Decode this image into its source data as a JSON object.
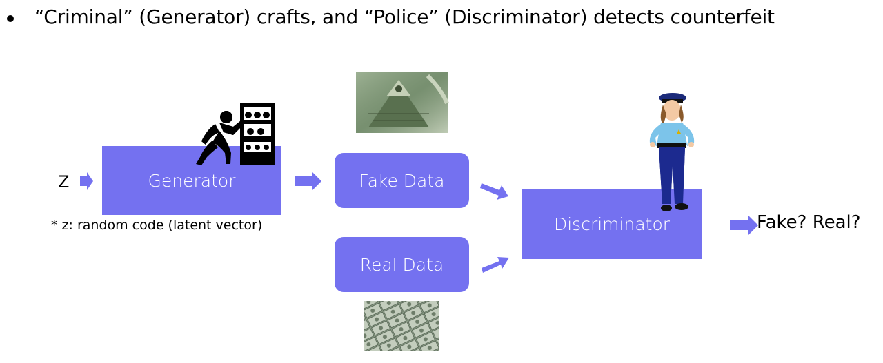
{
  "bullet": {
    "text": "“Criminal” (Generator) crafts, and “Police” (Discriminator) detects counterfeit"
  },
  "diagram": {
    "input_label": "Z",
    "input_note": "* z: random code (latent vector)",
    "generator_label": "Generator",
    "fake_data_label": "Fake Data",
    "real_data_label": "Real Data",
    "discriminator_label": "Discriminator",
    "output_label": "Fake? Real?",
    "images": {
      "criminal": "criminal-silhouette-with-money-shelf",
      "fake_money": "dollar-bill-pyramid-closeup",
      "real_money": "pile-of-dollar-bills",
      "police": "police-officer-cartoon"
    }
  },
  "colors": {
    "box_fill": "#7471f0",
    "arrow_fill": "#7471f0",
    "box_text": "#ffffff"
  }
}
